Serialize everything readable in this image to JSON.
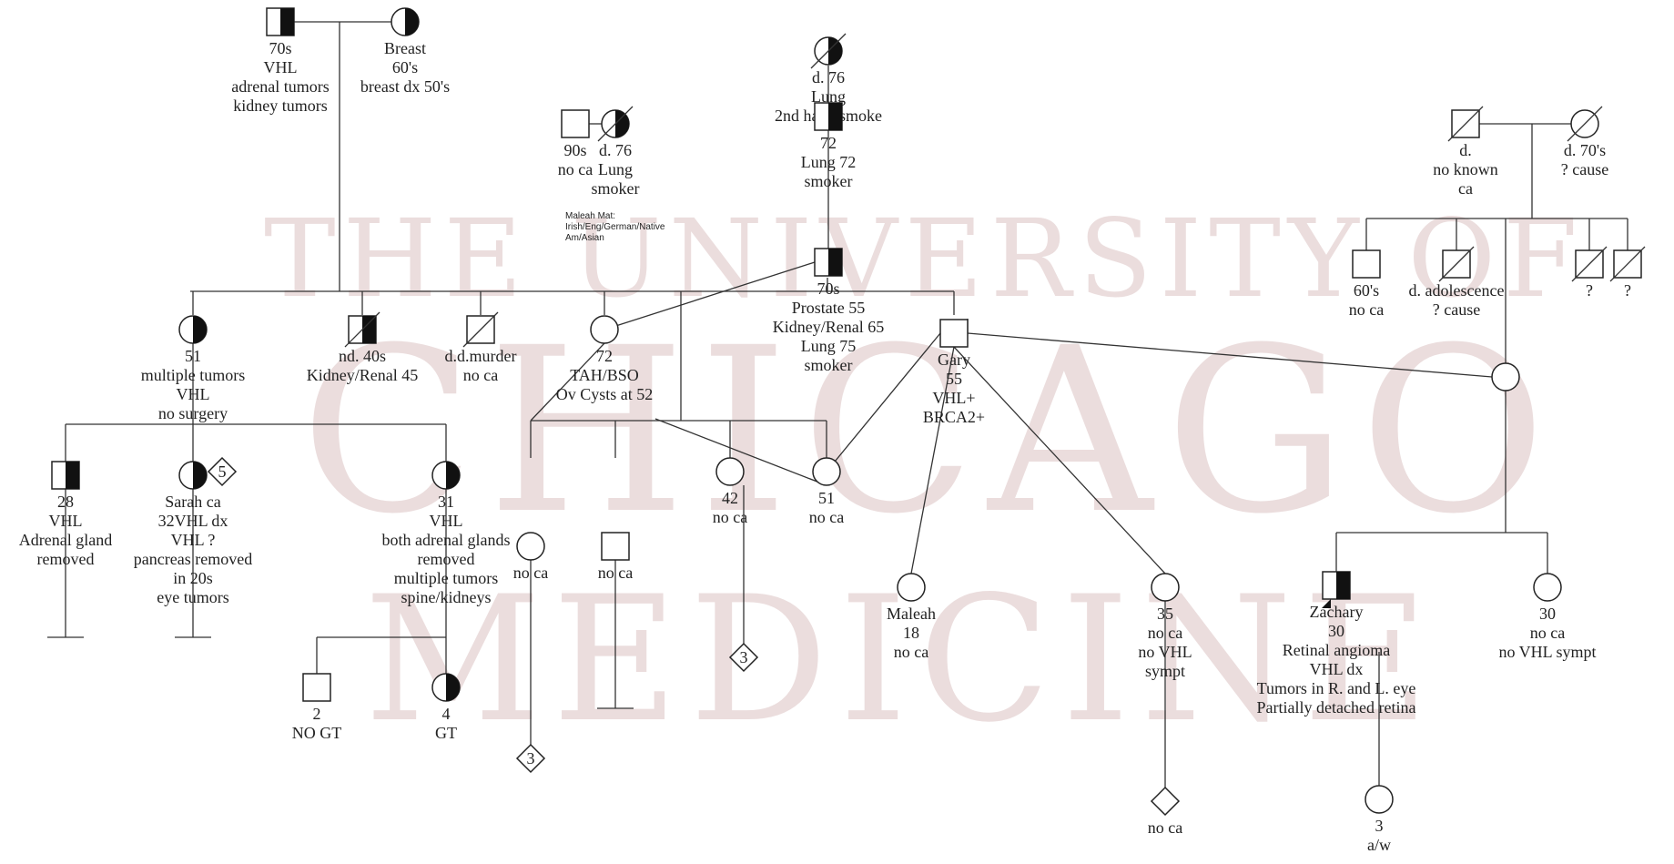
{
  "watermark": {
    "line1": "THE UNIVERSITY OF",
    "line2": "CHICAGO",
    "line3": "MEDICINE"
  },
  "notes": {
    "maleah_ancestry": [
      "Maleah Mat:",
      "Irish/Eng/German/Native",
      "Am/Asian"
    ]
  },
  "people": [
    {
      "id": "gf1",
      "sex": "male",
      "affected": "half-right",
      "deceased": false,
      "labels": [
        "70s",
        "VHL",
        "adrenal tumors",
        "kidney tumors"
      ]
    },
    {
      "id": "gm1",
      "sex": "female",
      "affected": "half-right",
      "deceased": false,
      "labels": [
        "Breast",
        "60's",
        "breast dx 50's"
      ]
    },
    {
      "id": "gf2",
      "sex": "male",
      "affected": "none",
      "deceased": false,
      "labels": [
        "90s",
        "no ca"
      ]
    },
    {
      "id": "gm2",
      "sex": "female",
      "affected": "half-right",
      "deceased": true,
      "labels": [
        "d. 76",
        "Lung",
        "smoker"
      ]
    },
    {
      "id": "gm3",
      "sex": "female",
      "affected": "half-right",
      "deceased": true,
      "labels": [
        "d. 76",
        "Lung",
        "2nd hand smoke"
      ]
    },
    {
      "id": "gf3",
      "sex": "male",
      "affected": "half-right",
      "deceased": false,
      "labels": [
        "72",
        "Lung 72",
        "smoker"
      ]
    },
    {
      "id": "gf4",
      "sex": "male",
      "affected": "none",
      "deceased": true,
      "labels": [
        "d.",
        "no known",
        "ca"
      ]
    },
    {
      "id": "gm4",
      "sex": "female",
      "affected": "none",
      "deceased": true,
      "labels": [
        "d. 70's",
        "? cause"
      ]
    },
    {
      "id": "aunt51",
      "sex": "female",
      "affected": "half-right",
      "deceased": false,
      "labels": [
        "51",
        "multiple tumors",
        "VHL",
        "no surgery"
      ]
    },
    {
      "id": "unc40s",
      "sex": "male",
      "affected": "half-right",
      "deceased": true,
      "labels": [
        "nd. 40s",
        "Kidney/Renal 45"
      ]
    },
    {
      "id": "uncmurder",
      "sex": "male",
      "affected": "none",
      "deceased": true,
      "labels": [
        "d.d.murder",
        "no ca"
      ]
    },
    {
      "id": "aunt72",
      "sex": "female",
      "affected": "none",
      "deceased": false,
      "labels": [
        "72",
        "TAH/BSO",
        "Ov Cysts at 52"
      ]
    },
    {
      "id": "gf70s",
      "sex": "male",
      "affected": "half-right",
      "deceased": false,
      "labels": [
        "70s",
        "Prostate 55",
        "Kidney/Renal 65",
        "Lung 75",
        "smoker"
      ]
    },
    {
      "id": "gary",
      "sex": "male",
      "affected": "none",
      "deceased": false,
      "labels": [
        "Gary",
        "55",
        "VHL+",
        "BRCA2+"
      ]
    },
    {
      "id": "unc60s",
      "sex": "male",
      "affected": "none",
      "deceased": false,
      "labels": [
        "60's",
        "no ca"
      ]
    },
    {
      "id": "uncadol",
      "sex": "male",
      "affected": "none",
      "deceased": true,
      "labels": [
        "d. adolescence",
        "? cause"
      ]
    },
    {
      "id": "unkq1",
      "sex": "male",
      "affected": "none",
      "deceased": true,
      "labels": [
        "?"
      ]
    },
    {
      "id": "unkq2",
      "sex": "male",
      "affected": "none",
      "deceased": true,
      "labels": [
        "?"
      ]
    },
    {
      "id": "wife2",
      "sex": "female",
      "affected": "none",
      "deceased": false,
      "labels": []
    },
    {
      "id": "cous28",
      "sex": "male",
      "affected": "half-right",
      "deceased": false,
      "labels": [
        "28",
        "VHL",
        "Adrenal gland",
        "removed"
      ]
    },
    {
      "id": "sarah",
      "sex": "female",
      "affected": "half-right",
      "deceased": false,
      "labels": [
        "Sarah ca",
        "32VHL dx",
        "VHL ?",
        "pancreas removed",
        "in 20s",
        "eye tumors"
      ]
    },
    {
      "id": "cous31",
      "sex": "female",
      "affected": "half-right",
      "deceased": false,
      "labels": [
        "31",
        "VHL",
        "both adrenal glands",
        "removed",
        "multiple tumors",
        "spine/kidneys"
      ]
    },
    {
      "id": "cousnoca1",
      "sex": "female",
      "affected": "none",
      "deceased": false,
      "labels": [
        "no ca"
      ]
    },
    {
      "id": "cousnoca2",
      "sex": "male",
      "affected": "none",
      "deceased": false,
      "labels": [
        "no ca"
      ]
    },
    {
      "id": "aunt42",
      "sex": "female",
      "affected": "none",
      "deceased": false,
      "labels": [
        "42",
        "no ca"
      ]
    },
    {
      "id": "mom51",
      "sex": "female",
      "affected": "none",
      "deceased": false,
      "labels": [
        "51",
        "no ca"
      ]
    },
    {
      "id": "maleah",
      "sex": "female",
      "affected": "none",
      "deceased": false,
      "labels": [
        "Maleah",
        "18",
        "no ca"
      ]
    },
    {
      "id": "half35",
      "sex": "female",
      "affected": "none",
      "deceased": false,
      "labels": [
        "35",
        "no ca",
        "no VHL",
        "sympt"
      ]
    },
    {
      "id": "zachary",
      "sex": "male",
      "affected": "half-right",
      "deceased": false,
      "labels": [
        "Zachary",
        "30",
        "Retinal angioma",
        "VHL dx",
        "Tumors in R. and L. eye",
        "Partially detached retina"
      ]
    },
    {
      "id": "sib30",
      "sex": "female",
      "affected": "none",
      "deceased": false,
      "labels": [
        "30",
        "no ca",
        "no VHL sympt"
      ]
    },
    {
      "id": "kid2",
      "sex": "male",
      "affected": "none",
      "deceased": false,
      "labels": [
        "2",
        "NO GT"
      ]
    },
    {
      "id": "kid4",
      "sex": "female",
      "affected": "half-right",
      "deceased": false,
      "labels": [
        "4",
        "GT"
      ]
    },
    {
      "id": "gkid3",
      "sex": "female",
      "affected": "none",
      "deceased": false,
      "labels": [
        "3",
        "a/w"
      ]
    },
    {
      "id": "ds5",
      "sex": "unknown",
      "affected": "none",
      "deceased": false,
      "labels": [
        "5"
      ]
    },
    {
      "id": "ds3a",
      "sex": "unknown",
      "affected": "none",
      "deceased": false,
      "labels": [
        "3"
      ]
    },
    {
      "id": "ds3b",
      "sex": "unknown",
      "affected": "none",
      "deceased": false,
      "labels": [
        "3"
      ]
    },
    {
      "id": "dsnoca",
      "sex": "unknown",
      "affected": "none",
      "deceased": false,
      "labels": [
        "no ca"
      ]
    }
  ]
}
